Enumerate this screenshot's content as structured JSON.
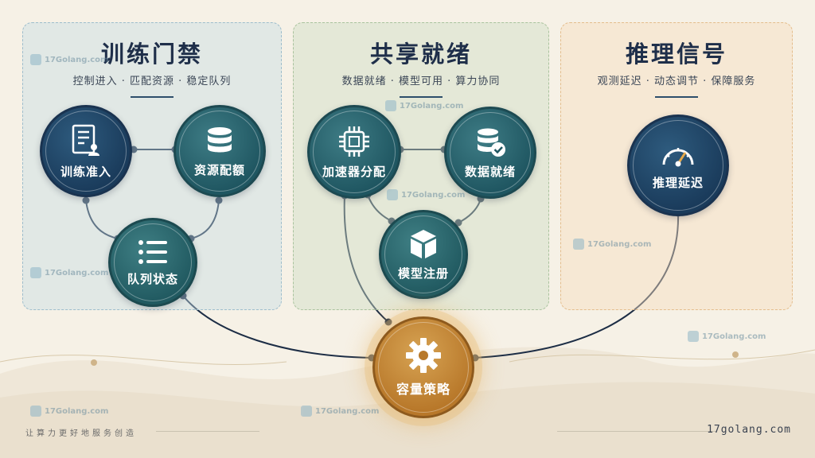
{
  "colors": {
    "background": "#f6f1e6",
    "accent_navy": "#1a3b5b",
    "accent_teal": "#1f5661",
    "accent_gold": "#b8782a",
    "connector": "#1c2d45"
  },
  "panels": [
    {
      "title": "训练门禁",
      "subtitle": "控制进入 · 匹配资源 · 稳定队列",
      "nodes": [
        {
          "label": "训练准入",
          "icon": "document-user-icon"
        },
        {
          "label": "资源配额",
          "icon": "database-icon"
        },
        {
          "label": "队列状态",
          "icon": "list-icon"
        }
      ]
    },
    {
      "title": "共享就绪",
      "subtitle": "数据就绪 · 模型可用 · 算力协同",
      "nodes": [
        {
          "label": "加速器分配",
          "icon": "chip-icon"
        },
        {
          "label": "数据就绪",
          "icon": "database-check-icon"
        },
        {
          "label": "模型注册",
          "icon": "cube-icon"
        }
      ]
    },
    {
      "title": "推理信号",
      "subtitle": "观测延迟 · 动态调节 · 保障服务",
      "nodes": [
        {
          "label": "推理延迟",
          "icon": "speedometer-icon"
        }
      ]
    }
  ],
  "hub": {
    "label": "容量策略",
    "icon": "gear-icon"
  },
  "footer": {
    "slogan": "让算力更好地服务创造",
    "site": "17golang.com"
  },
  "watermark": "17Golang.com"
}
